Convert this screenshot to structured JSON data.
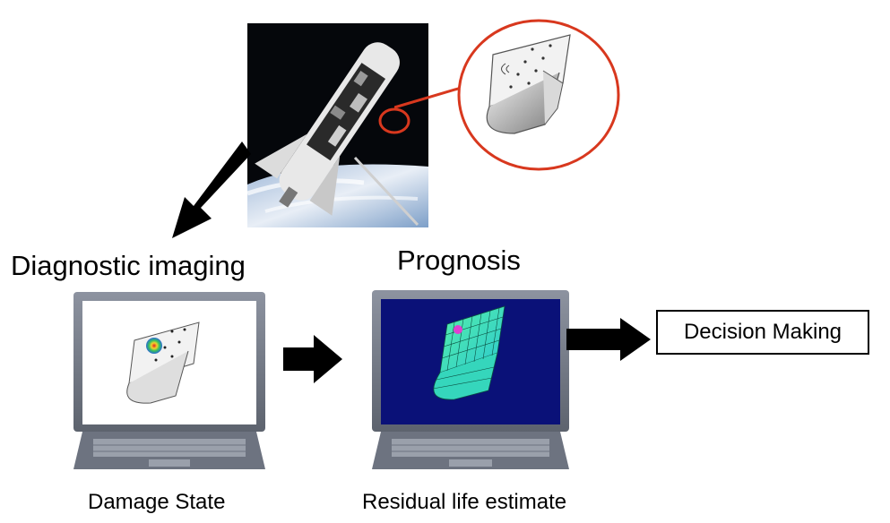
{
  "labels": {
    "diagnostic": "Diagnostic imaging",
    "prognosis": "Prognosis",
    "decision": "Decision Making",
    "damage": "Damage State",
    "residual": "Residual life estimate"
  },
  "colors": {
    "callout_ring": "#d8381e",
    "arrow": "#000000",
    "prognosis_screen": "#0a1178",
    "mesh": "#3fe0b8",
    "damage_hotspot": "#e02020"
  },
  "icons": [
    "space-shuttle-photo",
    "panel-zoom-callout",
    "laptop-icon",
    "arrow-icon"
  ]
}
